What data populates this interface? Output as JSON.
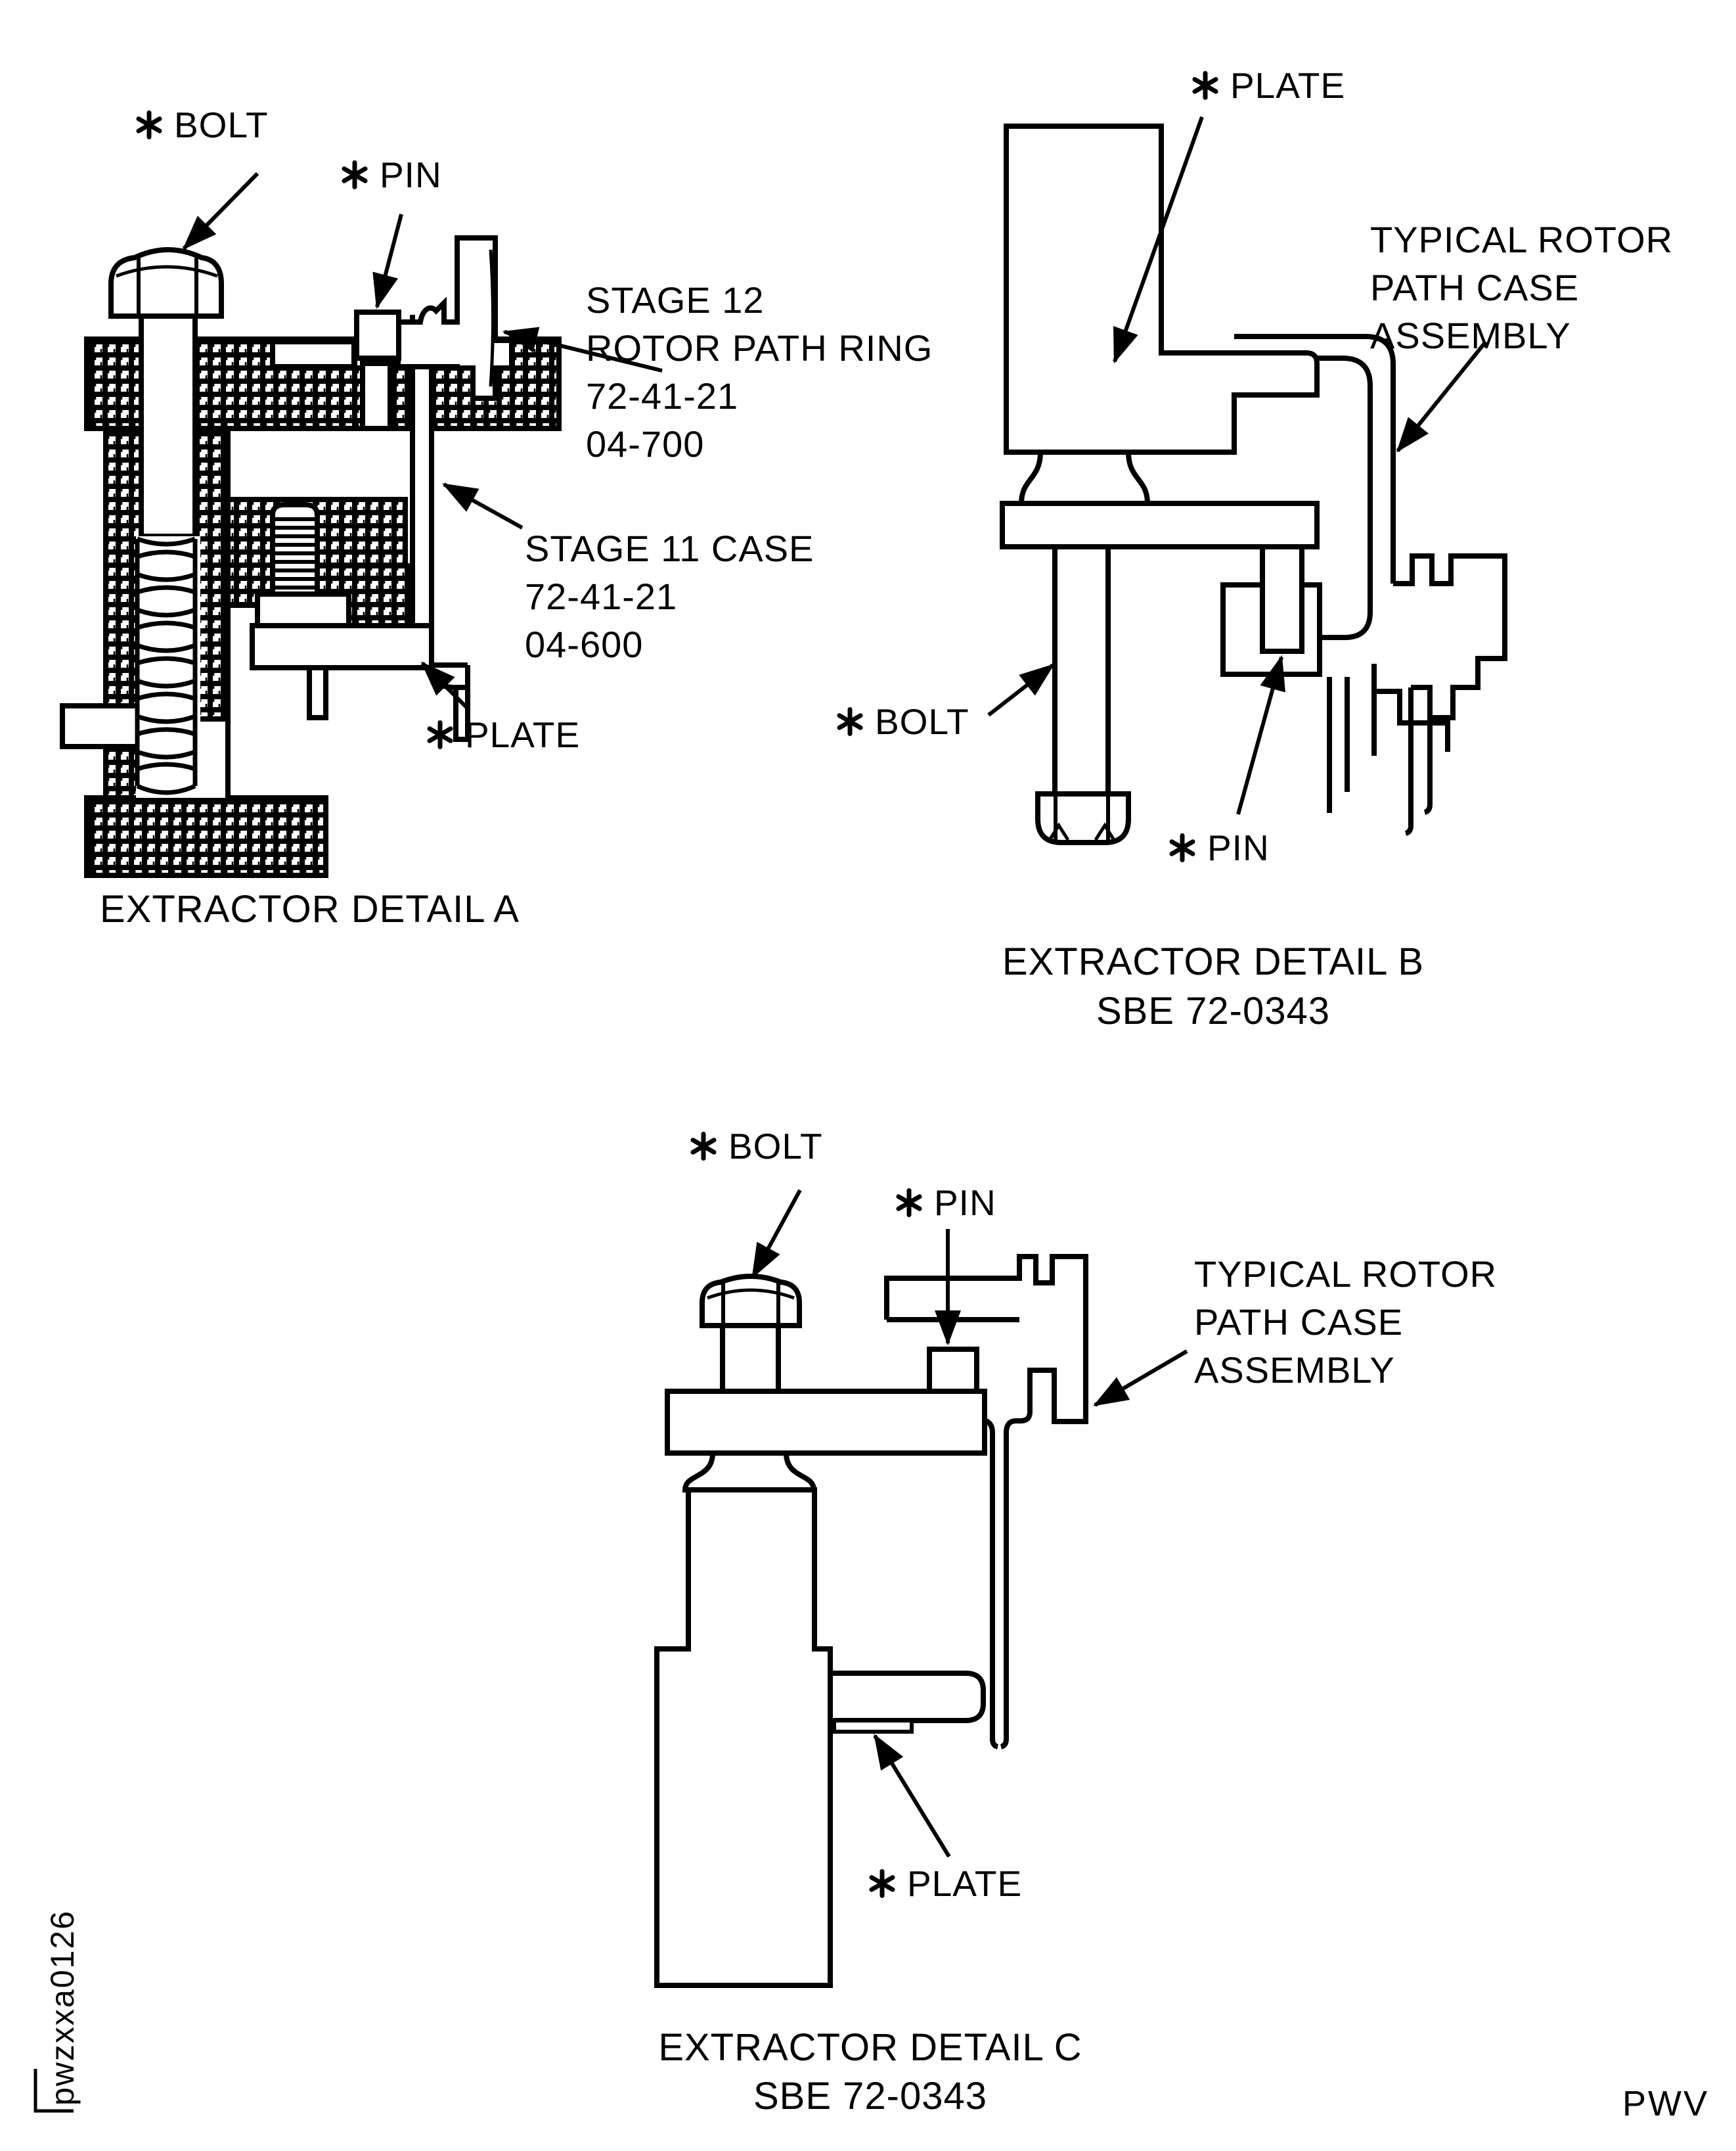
{
  "page": {
    "background": "#ffffff",
    "ink": "#000000",
    "marker_glyph": "✱"
  },
  "detail_a": {
    "bolt_label": "BOLT",
    "pin_label": "PIN",
    "plate_label": "PLATE",
    "stage12_note": {
      "lines": [
        "STAGE 12",
        "ROTOR PATH RING",
        "72-41-21",
        "04-700"
      ]
    },
    "stage11_note": {
      "lines": [
        "STAGE 11 CASE",
        "72-41-21",
        "04-600"
      ]
    },
    "title": "EXTRACTOR DETAIL A"
  },
  "detail_b": {
    "plate_label": "PLATE",
    "rotor_note": {
      "lines": [
        "TYPICAL ROTOR",
        "PATH CASE",
        "ASSEMBLY"
      ]
    },
    "bolt_label": "BOLT",
    "pin_label": "PIN",
    "title": "EXTRACTOR DETAIL B",
    "subtitle": "SBE 72-0343"
  },
  "detail_c": {
    "bolt_label": "BOLT",
    "pin_label": "PIN",
    "rotor_note": {
      "lines": [
        "TYPICAL ROTOR",
        "PATH CASE",
        "ASSEMBLY"
      ]
    },
    "plate_label": "PLATE",
    "title": "EXTRACTOR DETAIL C",
    "subtitle": "SBE 72-0343"
  },
  "footer": {
    "doc_code": "pwzxxa0126",
    "page_ref": "PWV"
  }
}
